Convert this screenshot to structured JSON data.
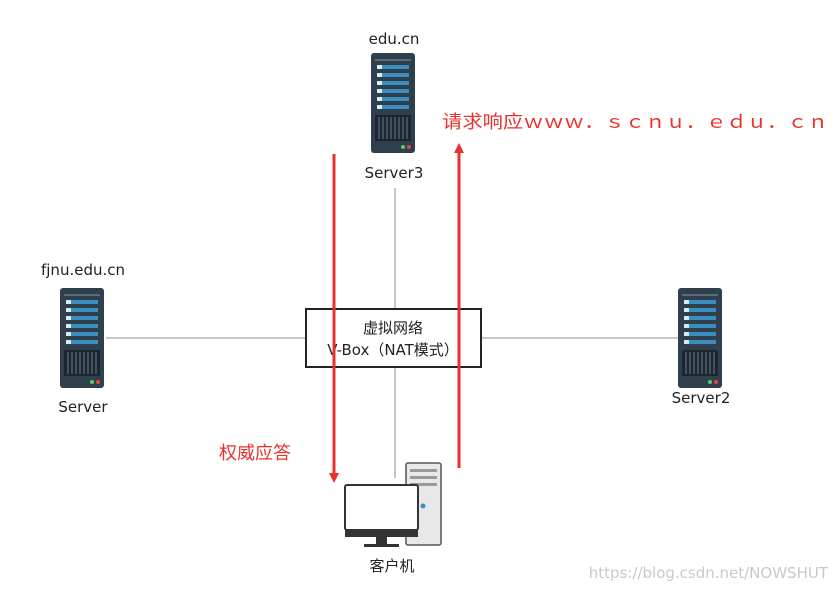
{
  "servers": {
    "top": {
      "domain": "edu.cn",
      "name": "Server3"
    },
    "left": {
      "domain": "fjnu.edu.cn",
      "name": "Server"
    },
    "right": {
      "name": "Server2"
    }
  },
  "network_box": {
    "line1": "虚拟网络",
    "line2": "V-Box（NAT模式）"
  },
  "client": {
    "name": "客户机"
  },
  "annotations": {
    "request_label": "请求响应ｗｗｗ．ｓｃｎｕ．ｅｄｕ．ｃｎ",
    "authority_label": "权威应答"
  },
  "watermark": "https://blog.csdn.net/NOWSHUT",
  "colors": {
    "arrow": "#e8322c",
    "server_body": "#2f3f4c",
    "server_slot": "#3a8fc0",
    "link": "#8c8c8c"
  }
}
